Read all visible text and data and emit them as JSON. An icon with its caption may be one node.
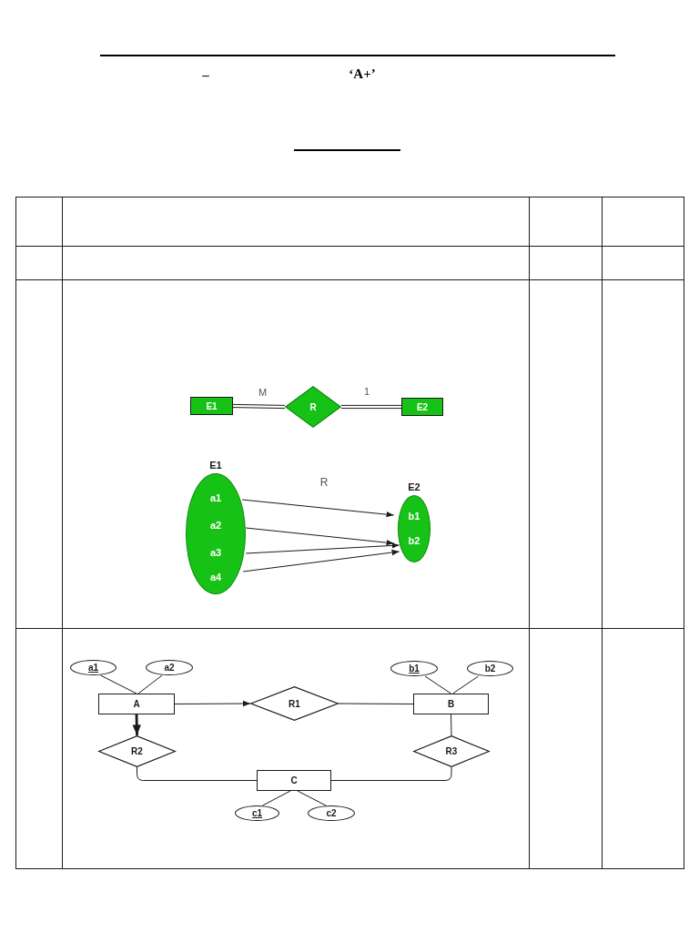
{
  "diagram": {
    "nodes": [
      {
        "text": [
          "E1"
        ]
      },
      {
        "text": [
          "R"
        ]
      },
      {
        "text": [
          "E2"
        ]
      },
      {
        "text": [
          "E1"
        ]
      },
      {
        "text": [
          "a1"
        ],
        "in": 3
      },
      {
        "text": [
          "a2"
        ],
        "in": 3
      },
      {
        "text": [
          "a3"
        ],
        "in": 3
      },
      {
        "text": [
          "a4"
        ],
        "in": 3
      },
      {
        "text": [
          "E2"
        ]
      },
      {
        "text": [
          "b1"
        ],
        "in": 8
      },
      {
        "text": [
          "b2"
        ],
        "in": 8
      },
      {
        "text": [
          "a1"
        ]
      },
      {
        "text": [
          "a2"
        ]
      },
      {
        "text": [
          "b1"
        ]
      },
      {
        "text": [
          "b2"
        ]
      },
      {
        "text": [
          "A"
        ]
      },
      {
        "text": [
          "R1"
        ]
      },
      {
        "text": [
          "B"
        ]
      },
      {
        "text": [
          "R2"
        ]
      },
      {
        "text": [
          "R3"
        ]
      },
      {
        "text": [
          "C"
        ]
      },
      {
        "text": [
          "c1"
        ]
      },
      {
        "text": [
          "c2"
        ]
      }
    ],
    "edges": [
      {
        "from": 0,
        "to": 1,
        "arrow": "none",
        "label": "M"
      },
      {
        "from": 1,
        "to": 2,
        "arrow": "none",
        "label": "1"
      },
      {
        "from": 4,
        "to": 9,
        "arrow": "to"
      },
      {
        "from": 5,
        "to": 10,
        "arrow": "to"
      },
      {
        "from": 6,
        "to": 10,
        "arrow": "to"
      },
      {
        "from": 7,
        "to": 10,
        "arrow": "to"
      },
      {
        "from": 11,
        "to": 15,
        "arrow": "none"
      },
      {
        "from": 12,
        "to": 15,
        "arrow": "none"
      },
      {
        "from": 13,
        "to": 17,
        "arrow": "none"
      },
      {
        "from": 14,
        "to": 17,
        "arrow": "none"
      },
      {
        "from": 15,
        "to": 16,
        "arrow": "to"
      },
      {
        "from": 16,
        "to": 17,
        "arrow": "none"
      },
      {
        "from": 15,
        "to": 18,
        "arrow": "to",
        "style": "thick"
      },
      {
        "from": 18,
        "to": 20,
        "arrow": "none"
      },
      {
        "from": 17,
        "to": 19,
        "arrow": "none"
      },
      {
        "from": 19,
        "to": 20,
        "arrow": "none"
      },
      {
        "from": 20,
        "to": 21,
        "arrow": "none"
      },
      {
        "from": 20,
        "to": 22,
        "arrow": "none"
      }
    ],
    "labels": [
      "–",
      "‘A+’",
      "R"
    ]
  }
}
